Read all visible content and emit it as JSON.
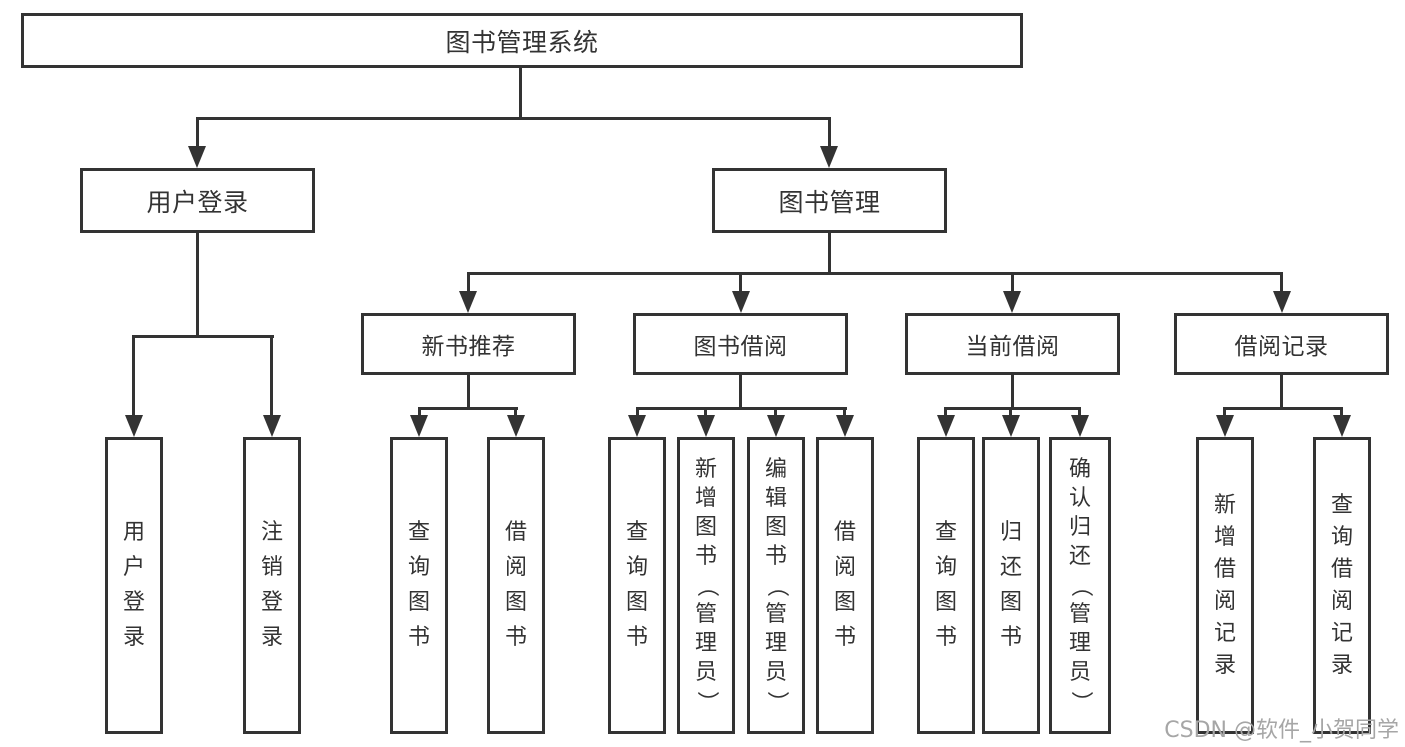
{
  "tree": {
    "root": "图书管理系统",
    "level2": [
      "用户登录",
      "图书管理"
    ],
    "level3": [
      "新书推荐",
      "图书借阅",
      "当前借阅",
      "借阅记录"
    ],
    "leaves": {
      "login": [
        "用户登录",
        "注销登录"
      ],
      "recommend": [
        "查询图书",
        "借阅图书"
      ],
      "borrow": [
        "查询图书",
        "新增图书（管理员）",
        "编辑图书（管理员）",
        "借阅图书"
      ],
      "current": [
        "查询图书",
        "归还图书",
        "确认归还（管理员）"
      ],
      "records": [
        "新增借阅记录",
        "查询借阅记录"
      ]
    }
  },
  "watermark": "CSDN @软件_小贺同学",
  "colors": {
    "line": "#333333",
    "box_border": "#333333",
    "box_fill": "#ffffff",
    "text": "#333333",
    "watermark": "#a6a6a6",
    "background": "#ffffff"
  }
}
